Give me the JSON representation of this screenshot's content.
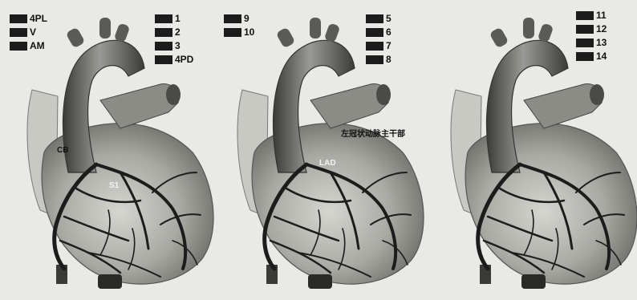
{
  "panels": [
    {
      "legend_groups": [
        {
          "items": [
            {
              "label": "4PL"
            },
            {
              "label": "V"
            },
            {
              "label": "AM"
            }
          ]
        },
        {
          "items": [
            {
              "label": "1"
            },
            {
              "label": "2"
            },
            {
              "label": "3"
            },
            {
              "label": "4PD"
            }
          ]
        }
      ],
      "annotations": [
        {
          "text": "CB"
        },
        {
          "text": "S1"
        }
      ]
    },
    {
      "legend_groups": [
        {
          "items": [
            {
              "label": "9"
            },
            {
              "label": "10"
            }
          ]
        },
        {
          "items": [
            {
              "label": "5"
            },
            {
              "label": "6"
            },
            {
              "label": "7"
            },
            {
              "label": "8"
            }
          ]
        }
      ],
      "annotations": [
        {
          "text": "左冠状动脉主干部"
        },
        {
          "text": "LAD"
        }
      ]
    },
    {
      "legend_groups": [
        {
          "items": [
            {
              "label": "11"
            },
            {
              "label": "12"
            },
            {
              "label": "13"
            },
            {
              "label": "14"
            }
          ]
        }
      ],
      "annotations": []
    }
  ],
  "colors": {
    "background": "#e9e9e6",
    "vessel": "#1c1c1c",
    "heart_fill": "#b9b9b4",
    "heart_shadow": "#6f6f6a"
  }
}
